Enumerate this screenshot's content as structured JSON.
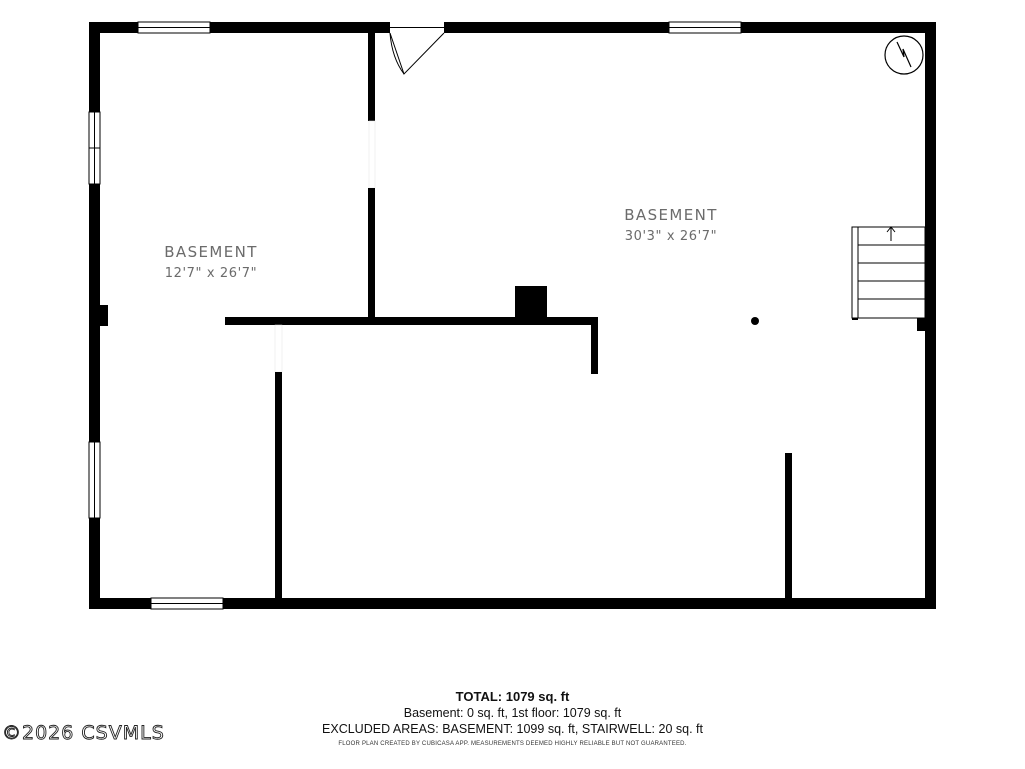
{
  "rooms": [
    {
      "name": "BASEMENT",
      "dimensions": "12'7\" x 26'7\""
    },
    {
      "name": "BASEMENT",
      "dimensions": "30'3\" x 26'7\""
    }
  ],
  "summary": {
    "total": "TOTAL: 1079 sq. ft",
    "breakdown": "Basement: 0 sq. ft, 1st floor: 1079 sq. ft",
    "excluded": "EXCLUDED AREAS: BASEMENT: 1099 sq. ft, STAIRWELL: 20 sq. ft",
    "disclaimer": "FLOOR PLAN CREATED BY CUBICASA APP. MEASUREMENTS DEEMED HIGHLY RELIABLE BUT NOT GUARANTEED."
  },
  "watermark": "©2026 CSVMLS",
  "icons": [
    "water-heater-icon",
    "stair-arrow-icon",
    "door-swing-icon"
  ]
}
